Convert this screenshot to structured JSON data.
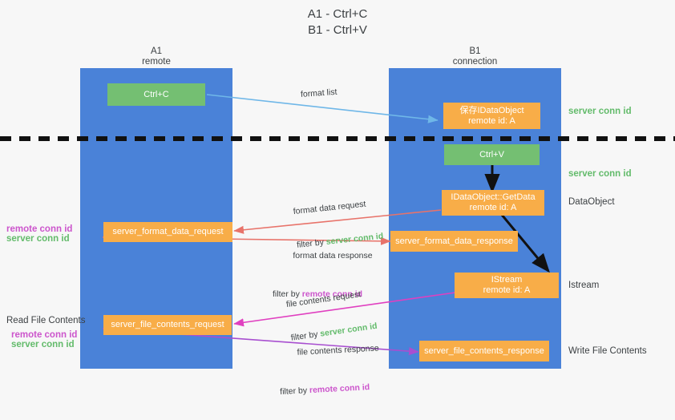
{
  "title": "A1 - Ctrl+C\nB1 - Ctrl+V",
  "columns": {
    "left": "A1\nremote",
    "right": "B1\nconnection"
  },
  "boxes": {
    "ctrl_c": "Ctrl+C",
    "ctrl_v": "Ctrl+V",
    "save_dataobject": "保存IDataObject\nremote id: A",
    "getdata": "IDataObject::GetData\nremote id: A",
    "istream": "IStream\nremote id: A",
    "server_format_data_request": "server_format_data_request",
    "server_format_data_response": "server_format_data_response",
    "server_file_contents_request": "server_file_contents_request",
    "server_file_contents_response": "server_file_contents_response"
  },
  "right_annotations": {
    "server_conn_id_1": "server conn id",
    "server_conn_id_2": "server conn id",
    "dataobject": "DataObject",
    "istream": "Istream",
    "write_file_contents": "Write File Contents"
  },
  "left_annotations": {
    "remote_conn_id_1": "remote conn id",
    "server_conn_id_1": "server conn id",
    "read_file_contents": "Read File Contents",
    "remote_conn_id_2": "remote conn id",
    "server_conn_id_2": "server conn id"
  },
  "edge_labels": {
    "format_list": "format list",
    "format_data_request": "format data request",
    "format_data_request_filter_prefix": "filter by ",
    "format_data_request_filter_value": "server conn id",
    "format_data_response": "format data response",
    "format_data_response_filter_prefix": "filter by ",
    "format_data_response_filter_value": "remote conn id",
    "file_contents_request": "file contents request",
    "file_contents_request_filter_prefix": "filter by ",
    "file_contents_request_filter_value": "server conn id",
    "file_contents_response": "file contents response",
    "file_contents_response_filter_prefix": "filter by ",
    "file_contents_response_filter_value": "remote conn id"
  },
  "colors": {
    "lane": "#4a82d8",
    "orange": "#f8ad48",
    "green_box": "#74bf72",
    "green_text": "#63bb6b",
    "purple_text": "#cc55cc",
    "light_blue_arrow": "#6fb7e8",
    "red_arrow": "#e8736a",
    "magenta_arrow": "#e040c0",
    "purple_arrow": "#a84fd0",
    "black": "#111111",
    "background": "#f7f7f7"
  }
}
